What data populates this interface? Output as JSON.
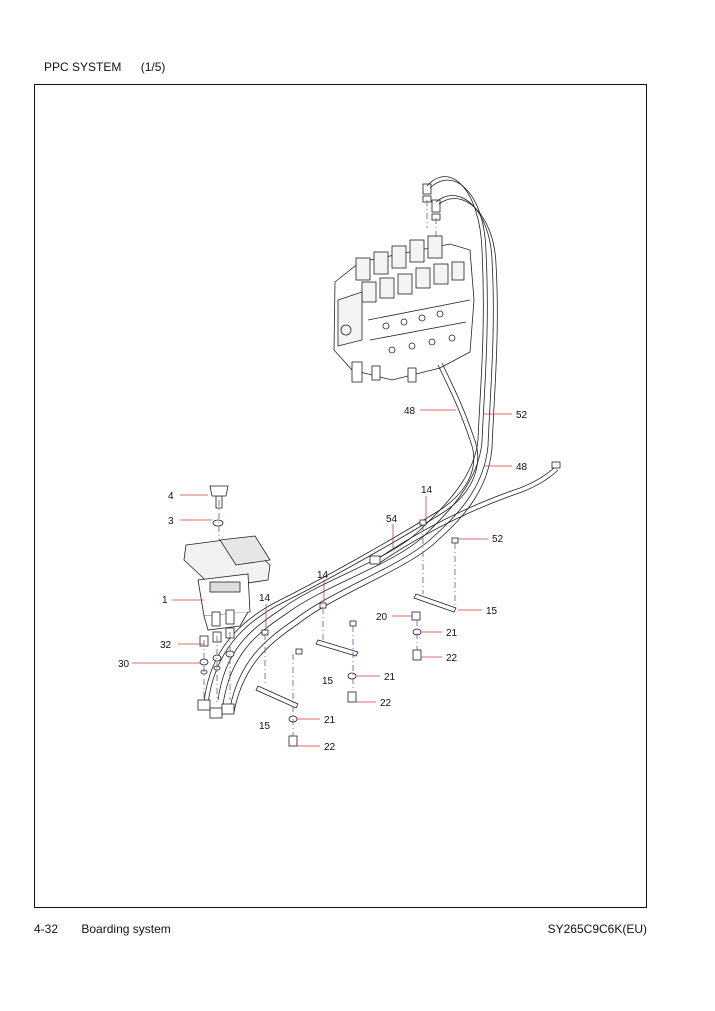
{
  "header": {
    "title": "PPC SYSTEM",
    "sheet": "(1/5)"
  },
  "footer": {
    "page_number": "4-32",
    "section": "Boarding system",
    "model": "SY265C9C6K(EU)"
  },
  "colors": {
    "leader": "#d23a3a",
    "centerline": "#5a5aa8",
    "ink": "#111111"
  },
  "callouts": [
    {
      "id": "48a",
      "label": "48"
    },
    {
      "id": "52a",
      "label": "52"
    },
    {
      "id": "48b",
      "label": "48"
    },
    {
      "id": "14a",
      "label": "14"
    },
    {
      "id": "54",
      "label": "54"
    },
    {
      "id": "52b",
      "label": "52"
    },
    {
      "id": "4",
      "label": "4"
    },
    {
      "id": "3",
      "label": "3"
    },
    {
      "id": "14b",
      "label": "14"
    },
    {
      "id": "1",
      "label": "1"
    },
    {
      "id": "14c",
      "label": "14"
    },
    {
      "id": "20",
      "label": "20"
    },
    {
      "id": "15a",
      "label": "15"
    },
    {
      "id": "21a",
      "label": "21"
    },
    {
      "id": "32",
      "label": "32"
    },
    {
      "id": "22a",
      "label": "22"
    },
    {
      "id": "30",
      "label": "30"
    },
    {
      "id": "15b",
      "label": "15"
    },
    {
      "id": "21b",
      "label": "21"
    },
    {
      "id": "22b",
      "label": "22"
    },
    {
      "id": "21c",
      "label": "21"
    },
    {
      "id": "15c",
      "label": "15"
    },
    {
      "id": "22c",
      "label": "22"
    }
  ]
}
